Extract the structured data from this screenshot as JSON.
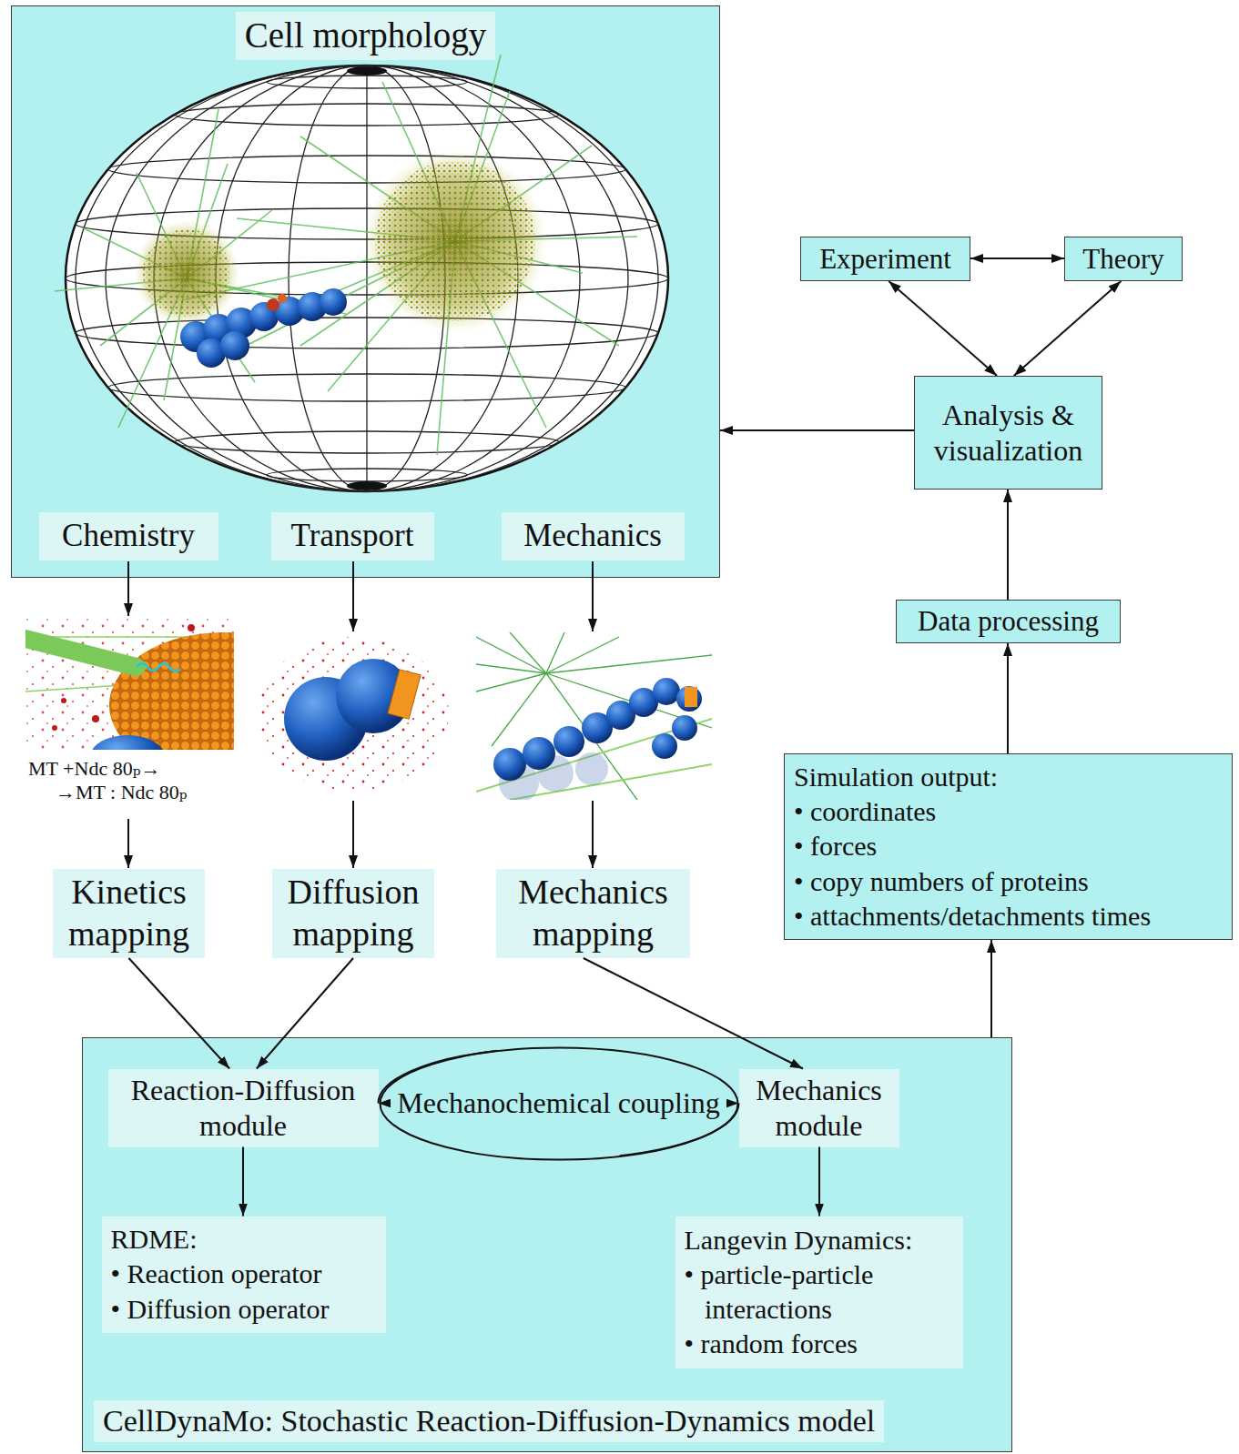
{
  "diagram": {
    "nodes": [
      {
        "text": [
          "Cell morphology"
        ]
      },
      {
        "text": [
          "Chemistry"
        ],
        "in": 0
      },
      {
        "text": [
          "Transport"
        ],
        "in": 0
      },
      {
        "text": [
          "Mechanics"
        ],
        "in": 0
      },
      {
        "text": [
          "Kinetics mapping"
        ]
      },
      {
        "text": [
          "Diffusion mapping"
        ]
      },
      {
        "text": [
          "Mechanics mapping"
        ]
      },
      {
        "text": [
          "CellDynaMo: Stochastic Reaction-Diffusion-Dynamics model"
        ]
      },
      {
        "text": [
          "Reaction-Diffusion module"
        ],
        "in": 7
      },
      {
        "text": [
          "Mechanochemical coupling"
        ],
        "in": 7
      },
      {
        "text": [
          "Mechanics module"
        ],
        "in": 7
      },
      {
        "text": [
          "RDME:",
          "• Reaction operator",
          "• Diffusion operator"
        ],
        "in": 7
      },
      {
        "text": [
          "Langevin Dynamics:",
          "• particle-particle interactions",
          "• random forces"
        ],
        "in": 7
      },
      {
        "text": [
          "Simulation output:",
          "• coordinates",
          "• forces",
          "• copy numbers of proteins",
          "• attachments/detachments times"
        ]
      },
      {
        "text": [
          "Data processing"
        ]
      },
      {
        "text": [
          "Analysis & visualization"
        ]
      },
      {
        "text": [
          "Experiment"
        ]
      },
      {
        "text": [
          "Theory"
        ]
      }
    ],
    "edges": [
      {
        "from": 4,
        "to": 8,
        "arrow": "to"
      },
      {
        "from": 5,
        "to": 8,
        "arrow": "to"
      },
      {
        "from": 6,
        "to": 10,
        "arrow": "to"
      },
      {
        "from": 9,
        "to": 8,
        "arrow": "to"
      },
      {
        "from": 9,
        "to": 10,
        "arrow": "to"
      },
      {
        "from": 8,
        "to": 11,
        "arrow": "to"
      },
      {
        "from": 10,
        "to": 12,
        "arrow": "to"
      },
      {
        "from": 7,
        "to": 13,
        "arrow": "to"
      },
      {
        "from": 13,
        "to": 14,
        "arrow": "to"
      },
      {
        "from": 14,
        "to": 15,
        "arrow": "to"
      },
      {
        "from": 15,
        "to": 0,
        "arrow": "to"
      },
      {
        "from": 16,
        "to": 17,
        "arrow": "both"
      },
      {
        "from": 15,
        "to": 16,
        "arrow": "both"
      },
      {
        "from": 15,
        "to": 17,
        "arrow": "both"
      }
    ],
    "labels": [
      "MT +Ndc 80ₚ→ →MT : Ndc 80ₚ"
    ]
  }
}
